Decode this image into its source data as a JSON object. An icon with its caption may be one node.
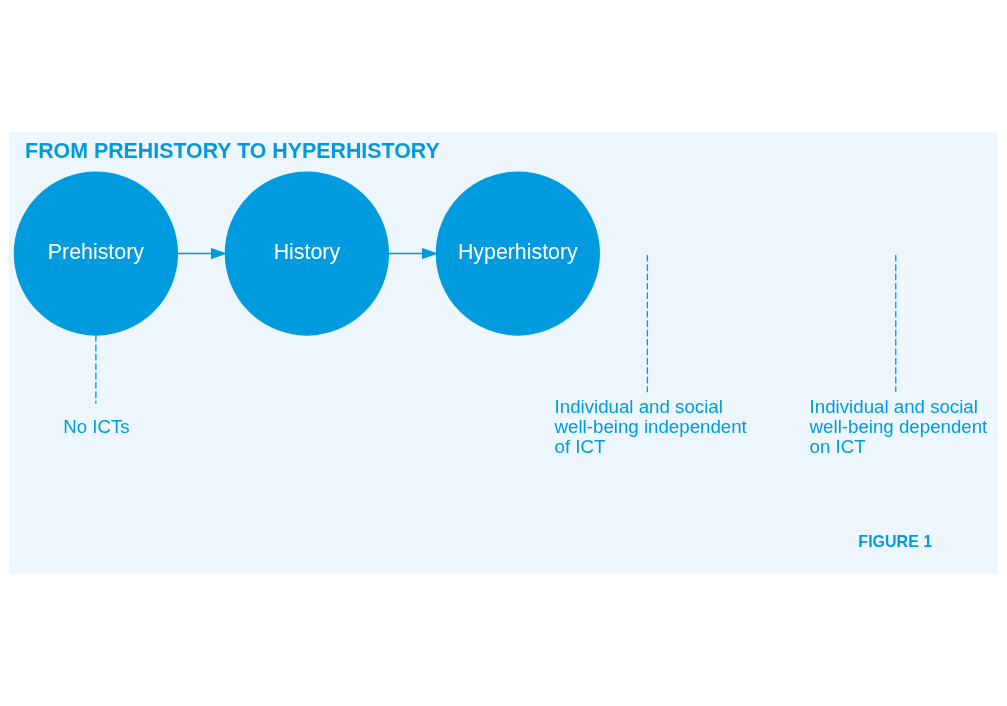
{
  "diagram": {
    "title": "FROM PREHISTORY TO HYPERHISTORY",
    "caption": "FIGURE 1",
    "nodes": [
      {
        "text": [
          "Prehistory"
        ]
      },
      {
        "text": [
          "History"
        ]
      },
      {
        "text": [
          "Hyperhistory"
        ]
      },
      {
        "text": [
          "No ICTs"
        ]
      },
      {
        "text": [
          "Individual and social well-being independent of ICT"
        ]
      },
      {
        "text": [
          "Individual and social well-being dependent on ICT"
        ]
      }
    ],
    "edges": [
      {
        "from": 0,
        "to": 1,
        "arrow": "to"
      },
      {
        "from": 1,
        "to": 2,
        "arrow": "to"
      },
      {
        "from": 0,
        "to": 3,
        "arrow": "none",
        "style": "dashed"
      },
      {
        "from": null,
        "to": 4,
        "arrow": "none",
        "style": "dashed"
      },
      {
        "from": null,
        "to": 5,
        "arrow": "none",
        "style": "dashed"
      }
    ]
  }
}
